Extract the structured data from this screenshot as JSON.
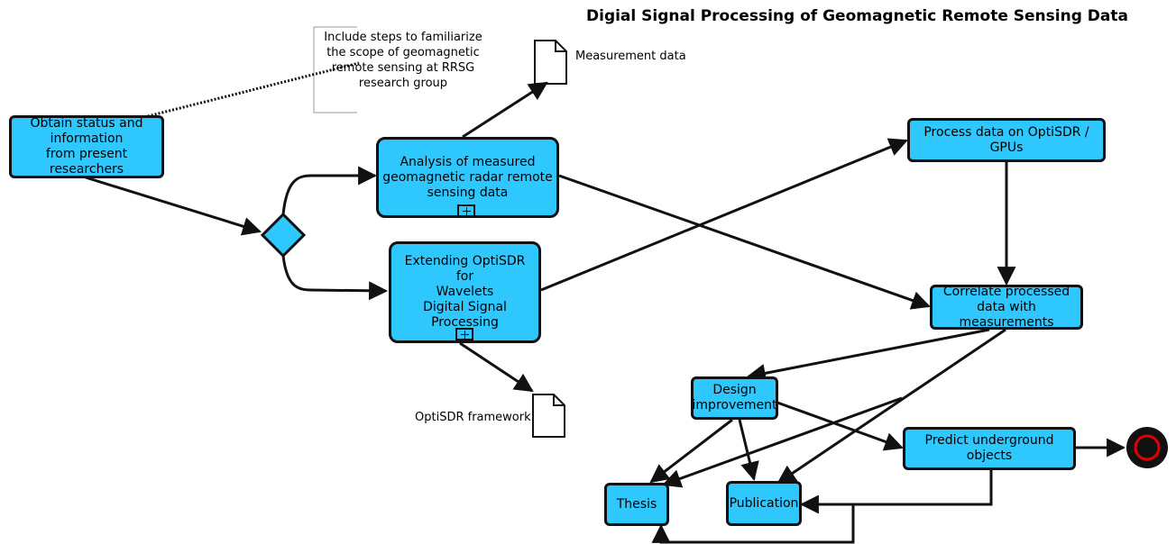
{
  "title": "Digial Signal Processing of Geomagnetic Remote Sensing Data",
  "annotation": "Include steps to familiarize\nthe scope of geomagnetic\nremote sensing at RRSG\nresearch group",
  "nodes": {
    "obtain_status": "Obtain status and\ninformation\nfrom present researchers",
    "analysis": "Analysis of measured\ngeomagnetic radar remote\nsensing data",
    "extending": "Extending OptiSDR\nfor\nWavelets\nDigital Signal Processing",
    "process_data": "Process data on OptiSDR / GPUs",
    "correlate": "Correlate processed\ndata with measurements",
    "design": "Design\nimprovement",
    "predict": "Predict underground objects",
    "thesis": "Thesis",
    "publication": "Publication"
  },
  "documents": {
    "measurement": "Measurement data",
    "framework": "OptiSDR framework"
  },
  "colors": {
    "node_fill": "#2ec8ff",
    "border": "#111111",
    "end_ring": "#e00000"
  }
}
